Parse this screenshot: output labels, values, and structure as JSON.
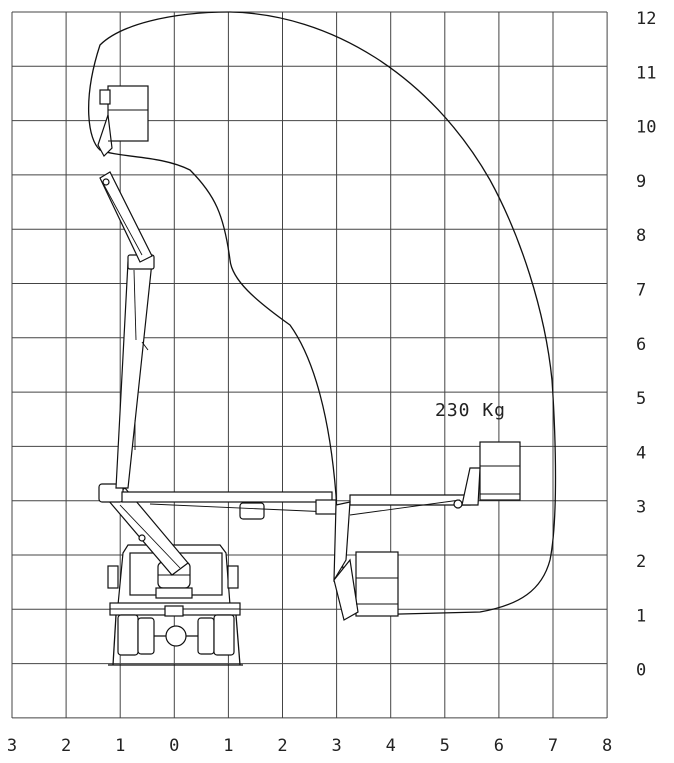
{
  "x_axis_labels": [
    "3",
    "2",
    "1",
    "0",
    "1",
    "2",
    "3",
    "4",
    "5",
    "6",
    "7",
    "8"
  ],
  "y_axis_labels": [
    "12",
    "11",
    "10",
    "9",
    "8",
    "7",
    "6",
    "5",
    "4",
    "3",
    "2",
    "1",
    "0"
  ],
  "annotation": {
    "load_label": "230 Kg"
  },
  "colors": {
    "ink": "#111111",
    "grid": "#444444",
    "background": "#ffffff"
  }
}
